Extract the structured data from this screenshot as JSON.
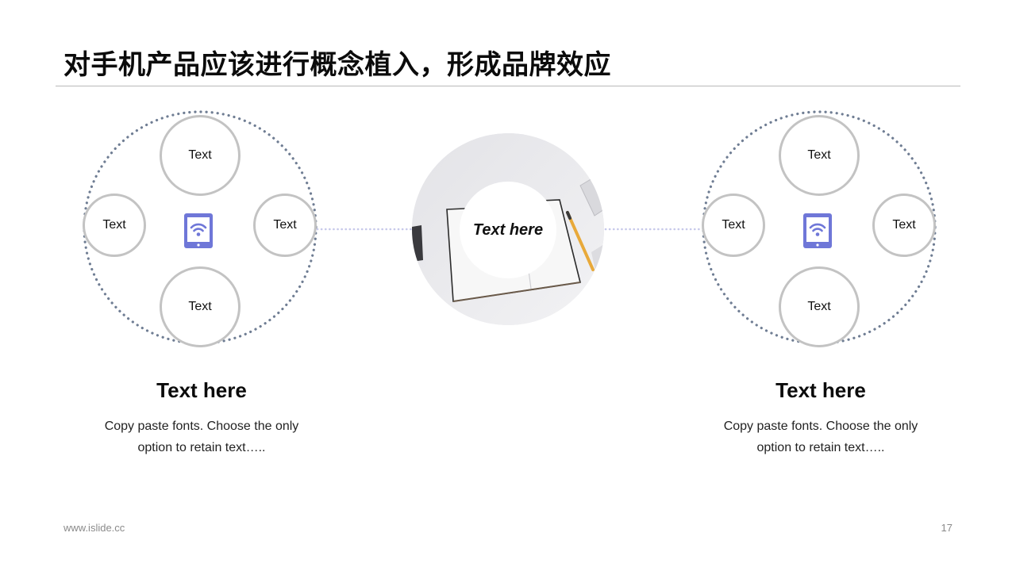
{
  "title": "对手机产品应该进行概念植入，形成品牌效应",
  "center": {
    "label": "Text here"
  },
  "clusters": [
    {
      "nodes": {
        "top": "Text",
        "left": "Text",
        "right": "Text",
        "bottom": "Text"
      },
      "icon": "tablet-wifi-icon",
      "caption": {
        "heading": "Text here",
        "body_line1": "Copy paste fonts. Choose the only",
        "body_line2": "option to retain text….."
      }
    },
    {
      "nodes": {
        "top": "Text",
        "left": "Text",
        "right": "Text",
        "bottom": "Text"
      },
      "icon": "tablet-wifi-icon",
      "caption": {
        "heading": "Text here",
        "body_line1": "Copy paste fonts. Choose the only",
        "body_line2": "option to retain text….."
      }
    }
  ],
  "footer": {
    "url": "www.islide.cc",
    "page": "17"
  },
  "colors": {
    "accent": "#6f77d8",
    "ring": "#c3c3c3",
    "dots": "#6f7d93",
    "connector": "#c7c9ea"
  }
}
